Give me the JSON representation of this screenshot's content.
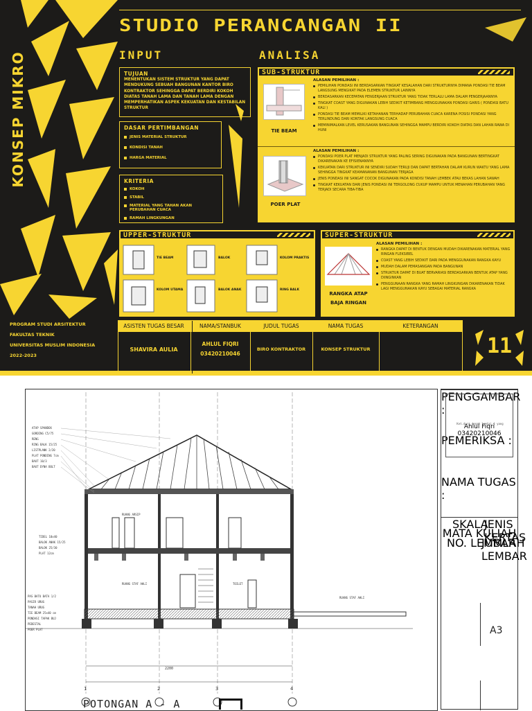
{
  "poster": {
    "title": "STUDIO PERANCANGAN II",
    "side_title": "KONSEP MIKRO",
    "input_label": "INPUT",
    "analisa_label": "ANALISA",
    "tujuan": {
      "heading": "TUJUAN",
      "text": "MENENTUKAN SISTEM STRUKTUR YANG DAPAT MENDUKUNG SEBUAH BANGUNAN KANTOR BIRO KONTRAKTOR SEHINGGA DAPAT BERDIRI KOKOH DIATAS TANAH LAMA DAN TANAH LAMA DENGAN MEMPERHATIKAN ASPEK KEKUATAN DAN KESTABILAN STRUKTUR"
    },
    "dasar": {
      "heading": "DASAR PERTIMBANGAN",
      "items": [
        "JENIS MATERIAL STRUKTUR",
        "KONDISI TANAH",
        "HARGA MATERIAL"
      ]
    },
    "kriteria": {
      "heading": "KRITERIA",
      "items": [
        "KOKOH",
        "STABIL",
        "MATERIAL YANG TAHAN AKAN PERUBAHAN CUACA",
        "RAMAH LINGKUNGAN"
      ]
    },
    "sub_struktur": {
      "heading": "SUB-STRUKTUR",
      "items": [
        {
          "caption": "TIE BEAM",
          "reason_heading": "ALASAN PEMILIHAN :",
          "reasons": [
            "PEMILIHAN PONDASI INI BERDASARKAN TINGKAT KESALAHAN DARI STRUKTURNYA DIMANA PONDASI TIE BEAM LANGSUNG MENGIKAT PADA ELEMEN STRUKTUR LAINNYA",
            "BERDASARKAN KECEPATAN PENGERJAAN STRUKTUR YANG TIDAK TERLALU LAMA DALAM PENGERJAANNYA",
            "TINGKAT COAST YANG DIGUNAKAN LEBIH SEDIKIT KETIMBANG MENGGUNAKAN PONDASI GARIS ( PONDASI BATU KALI )",
            "PONDASI TIE BEAM MEMILIKI KETAHANAN TERHADAP PERUBAHAN CUACA KARENA POSISI PONDASI YANG TERLINDUNG DARI KONTAK LANGSUNG CUACA",
            "MEMINIMALKAN LEVEL KERUSAKAN BANGUNAN SEHINGGA MAMPU BERDIRI KOKOH DIATAS DAN LAHAN RAWA DI HUNI"
          ]
        },
        {
          "caption": "POER PLAT",
          "reason_heading": "ALASAN PEMILIHAN :",
          "reasons": [
            "PONDASI POER PLAT MENJADI STRUKTUR YANG PALING SERING DIGUNAKAN PADA BANGUNAN BERTINGKAT DIKARENAKAN KE EFISIENANNYA",
            "KEKUATAN DARI STRUKTUR INI SENDIRI SUDAH TERUJI DAN DAPAT BERTAHAN DALAM KURUN WAKTU YANG LAMA SEHINGGA TINGKAT KEAMANANAN BANGUNAN TERJAGA",
            "JENIS PONDASI INI SANGAT COCOK DIGUNAKAN PADA KONDISI TANAH LEMBEK ATAU BEKAS LAHAN SAWAH",
            "TINGKAT KEKUATAN DARI JENIS PONDASI INI TERGOLONG CUKUP MAMPU UNTUK MENAHAN PERUBAHAN YANG TERJADI SECARA TIBA-TIBA"
          ]
        }
      ]
    },
    "upper_struktur": {
      "heading": "UPPER-STRUKTUR",
      "labels": [
        "TIE BEAM",
        "BALOK",
        "KOLOM PRAKTIS",
        "KOLOM UTAMA",
        "BALOK ANAK",
        "RING BALK"
      ]
    },
    "super_struktur": {
      "heading": "SUPER-STRUKTUR",
      "caption_line1": "RANGKA ATAP",
      "caption_line2": "BAJA RINGAN",
      "reason_heading": "ALASAN PEMILIHAN :",
      "reasons": [
        "RANGKA DAPAT DI BENTUK DENGAN MUDAH DIKARENAKAN MATERIAL YANG RINGAN FLEKSIBEL",
        "COAST YANG LEBIH SEDIKIT DARI PADA MENGGUNAKAN RANGKA KAYU",
        "MUDAH DALAM PEMASANGAN PADA BANGUNAN",
        "STRUKTUR DAPAT DI BUAT BERVARIASI BERDASARKAN BENTUK ATAP YANG DIINGINKAN",
        "PENGGUNAAN RANGKA YANG RAMAH LINGKUNGAN DIKARENAKAN TIDAK LAGI MENGGUNAKAN KAYU SEBAGAI MATERIAL RANGKA"
      ]
    },
    "footer": {
      "institution": [
        "PROGRAM STUDI ARSITEKTUR",
        "FAKULTAS TEKNIK",
        "UNIVERSITAS MUSLIM INDONESIA",
        "2022-2023"
      ],
      "headers": [
        "ASISTEN TUGAS BESAR",
        "NAMA/STANBUK",
        "JUDUL TUGAS",
        "NAMA TUGAS",
        "KETERANGAN"
      ],
      "asisten": "SHAVIRA AULIA",
      "nama": "AHLUL FIQRI",
      "stanbuk": "03420210046",
      "judul": "BIRO KONTRAKTOR",
      "nama_tugas": "KONSEP STRUKTUR",
      "logo": "11"
    }
  },
  "drawing": {
    "section_title": "POTONGAN A - A",
    "dimension_total": "2200",
    "axis_labels": [
      "1",
      "2",
      "3",
      "4"
    ],
    "left_labels": [
      "ATAP SPANDEK",
      "GORDING C5/75",
      "RENG",
      "RING BALK 15/25",
      "LISTPLANK 2/20",
      "PLAT PONDING 7cm",
      "BAUT 10/3",
      "BAUT DYNA BOLT"
    ],
    "left_labels_2": [
      "TIDEL 10x40",
      "BALOK ANAK 15/25",
      "BALOK 25/30",
      "PLAT 12cm"
    ],
    "left_labels_3": [
      "PAS BATU BATA 1/2",
      "PASIR URUG",
      "TANAH URUG",
      "TIE BEAM 25x40 cm",
      "PONDASI TAPAK BUJ",
      "PEDESTAL",
      "POER PLAT"
    ],
    "room_labels": [
      "RUANG ARSIP",
      "RUANG STAF AHLI",
      "TOILET",
      "RUANG STAF AHLI"
    ],
    "title_block": {
      "image_note": "Ket.dari denah lantai 1 yang",
      "penggambar": "PENGGAMBAR :",
      "name": "Ahlul Fiqri",
      "nim": "03420210046",
      "pemeriksa": "PEMERIKSA :",
      "nama_tugas": "NAMA TUGAS :",
      "skala": "SKALA",
      "jenis_kertas": "JENIS KERTAS",
      "kertas_value": "A3",
      "mata_kuliah": "MATA KULIAH",
      "no_lembar": "NO. LEMBAR",
      "jumlah_lembar": "JUMLAH LEMBAR"
    }
  }
}
